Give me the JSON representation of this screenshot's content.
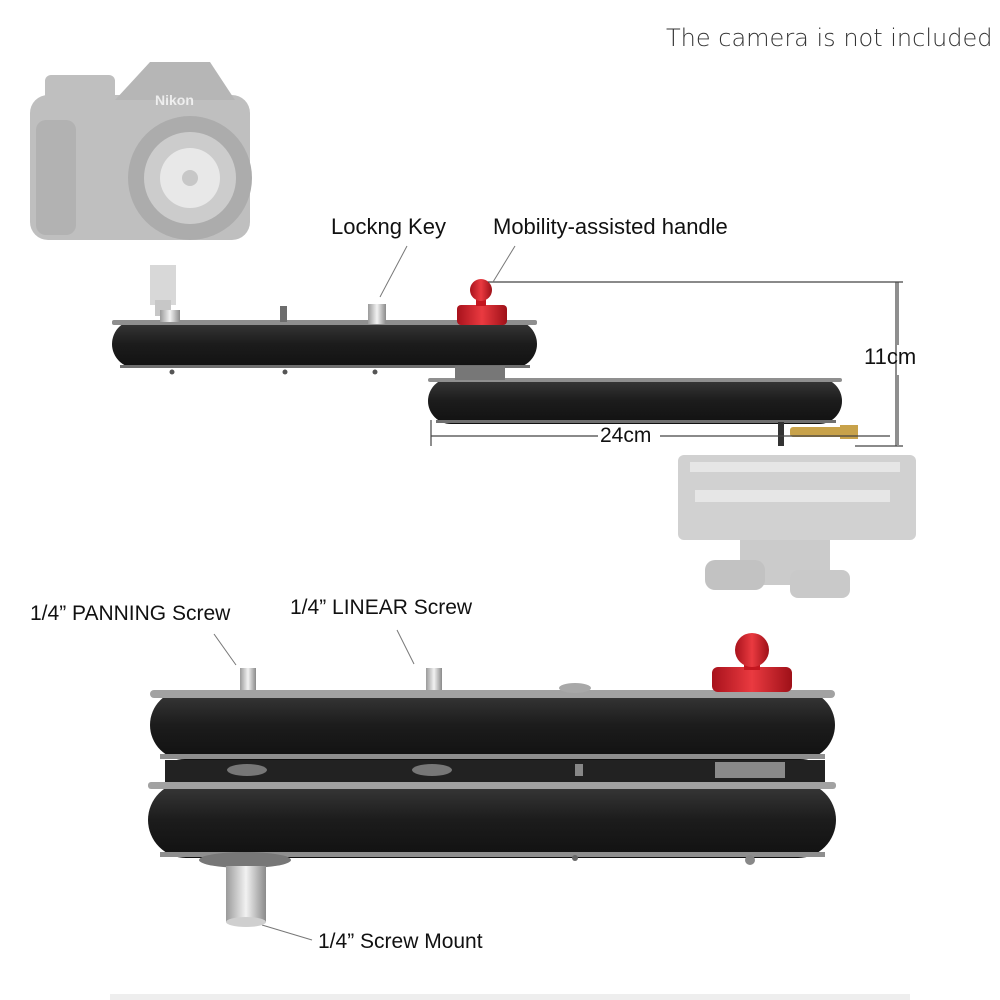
{
  "notice": "The camera is not included",
  "camera_brand": "Nikon",
  "labels": {
    "locking_key": "Lockng Key",
    "handle": "Mobility-assisted handle",
    "height": "11cm",
    "length": "24cm",
    "panning_screw": "1/4” PANNING Screw",
    "linear_screw": "1/4” LINEAR Screw",
    "screw_mount": "1/4” Screw Mount"
  },
  "colors": {
    "body": "#1e1e1e",
    "edge": "#9a9a9a",
    "handle_red": "#d8202a",
    "camera_gray": "#b9b9b9"
  }
}
